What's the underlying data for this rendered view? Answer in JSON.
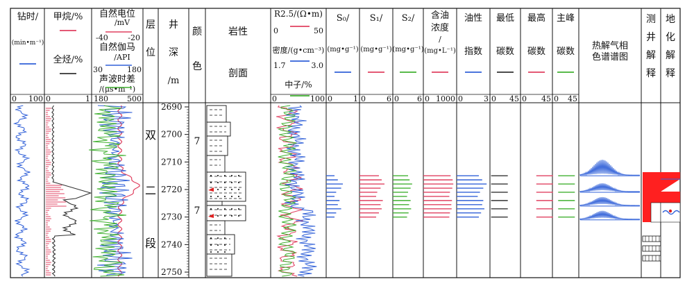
{
  "chart_data": {
    "type": "well-log",
    "depth_range": [
      2688,
      2752
    ],
    "depth_ticks": [
      2690,
      2700,
      2710,
      2720,
      2730,
      2740,
      2750
    ],
    "columns": {
      "drill_time": {
        "title": "钻时/",
        "unit": "(min•m⁻¹)",
        "range": [
          0,
          100
        ],
        "tick_left": "0",
        "tick_right": "100",
        "color": "#3060d8"
      },
      "methane": {
        "title": "甲烷/%",
        "range": [
          0,
          1
        ],
        "tick_left": "0",
        "tick_right": "1",
        "color": "#e04060"
      },
      "total_hc": {
        "title": "全烃/%",
        "range": [
          0,
          1
        ],
        "color": "#333333"
      },
      "sp": {
        "title": "自然电位",
        "unit": "/mV",
        "range": [
          -40,
          -20
        ],
        "tick_left": "-40",
        "tick_right": "-20",
        "color": "#e04060"
      },
      "gr": {
        "title": "自然伽马",
        "unit": "/API",
        "range": [
          30,
          180
        ],
        "tick_left": "30",
        "tick_right": "180",
        "color": "#3060d8"
      },
      "ac": {
        "title": "声波时差",
        "unit": "/(μs•m⁻¹)",
        "range": [
          180,
          500
        ],
        "tick_left": "180",
        "tick_right": "500",
        "color": "#40b030"
      },
      "layer": {
        "title": "层位",
        "name": [
          "双",
          "二",
          "段"
        ]
      },
      "depth": {
        "title": [
          "井",
          "深",
          "/m"
        ]
      },
      "color_col": {
        "title": [
          "颜",
          "色"
        ],
        "values": [
          "7",
          "7"
        ]
      },
      "lithology": {
        "title": "岩性",
        "subtitle": "剖面"
      },
      "resist": {
        "title": "R2.5/(Ω•m)",
        "range": [
          0,
          50
        ],
        "tick_left": "0",
        "tick_right": "50",
        "color": "#e04060"
      },
      "density": {
        "title": "密度/(g•cm⁻³)",
        "range": [
          1.7,
          3.0
        ],
        "tick_left": "1.7",
        "tick_right": "3.0",
        "color": "#3060d8"
      },
      "neutron": {
        "title": "中子/%",
        "range": [
          0,
          100
        ],
        "tick_left": "0",
        "tick_right": "100",
        "color": "#40b030"
      },
      "s0": {
        "title": "S₀/",
        "unit": "(mg•g⁻¹)",
        "range": [
          0,
          1
        ],
        "tick_left": "0",
        "tick_right": "1",
        "color": "#3060d8"
      },
      "s1": {
        "title": "S₁/",
        "unit": "(mg•g⁻¹)",
        "range": [
          0,
          6
        ],
        "tick_left": "0",
        "tick_right": "6",
        "color": "#e04060"
      },
      "s2": {
        "title": "S₂/",
        "unit": "(mg•g⁻¹)",
        "range": [
          0,
          6
        ],
        "tick_left": "0",
        "tick_right": "6",
        "color": "#40b030"
      },
      "oil_conc": {
        "title": [
          "含油",
          "浓度",
          "/",
          "(mg•L⁻¹)"
        ],
        "range": [
          0,
          1000
        ],
        "tick_left": "0",
        "tick_right": "1000",
        "color": "#e04060"
      },
      "oil_index": {
        "title": [
          "油性",
          "指数"
        ],
        "range": [
          0,
          3
        ],
        "tick_left": "0",
        "tick_right": "3",
        "color": "#3060d8"
      },
      "min_c": {
        "title": [
          "最低",
          "碳数"
        ],
        "range": [
          0,
          45
        ],
        "tick_left": "0",
        "tick_right": "45",
        "color": "#333333"
      },
      "max_c": {
        "title": [
          "最高",
          "碳数"
        ],
        "range": [
          0,
          45
        ],
        "tick_left": "0",
        "tick_right": "45",
        "color": "#e04060"
      },
      "main_peak": {
        "title": [
          "主峰",
          "碳数"
        ],
        "range": [
          0,
          45
        ],
        "tick_left": "0",
        "tick_right": "45",
        "color": "#40b030"
      },
      "gc": {
        "title": [
          "热解气相",
          "色谱谱图"
        ],
        "color": "#3060d8"
      },
      "well_interp": {
        "title": [
          "测",
          "井",
          "解",
          "释"
        ]
      },
      "mud_interp": {
        "title": [
          "地",
          "化",
          "解",
          "释"
        ]
      }
    },
    "sample_depths": [
      2715,
      2716.5,
      2718,
      2719.5,
      2721,
      2722.5,
      2724,
      2725.5,
      2727,
      2728.5,
      2730
    ],
    "s0_values": [
      0.25,
      0.35,
      0.5,
      0.45,
      0.3,
      0.25,
      0.4,
      0.35,
      0.45,
      0.3,
      0.25
    ],
    "s1_values": [
      3.5,
      4.0,
      4.5,
      3.8,
      3.2,
      3.0,
      4.2,
      3.8,
      4.0,
      3.5,
      3.0
    ],
    "s2_values": [
      3.0,
      3.3,
      3.8,
      3.5,
      3.0,
      2.8,
      3.5,
      3.2,
      3.6,
      3.1,
      2.8
    ],
    "oil_conc_values": [
      820,
      880,
      900,
      870,
      800,
      780,
      860,
      840,
      850,
      800,
      780
    ],
    "oil_index_values": [
      2.0,
      2.3,
      2.7,
      2.4,
      2.1,
      1.9,
      2.4,
      2.3,
      2.5,
      2.2,
      2.0
    ],
    "min_c_values": [
      14,
      14,
      14,
      14,
      14,
      14,
      14,
      14,
      14,
      14,
      14
    ],
    "max_c_values": [
      34,
      34,
      34,
      34,
      34,
      34,
      34,
      34,
      34,
      34,
      34
    ],
    "main_peak_values": [
      24,
      24,
      24,
      24,
      24,
      24,
      24,
      24,
      24,
      24,
      24
    ],
    "gc_depths": [
      2713,
      2719,
      2724,
      2729
    ]
  }
}
